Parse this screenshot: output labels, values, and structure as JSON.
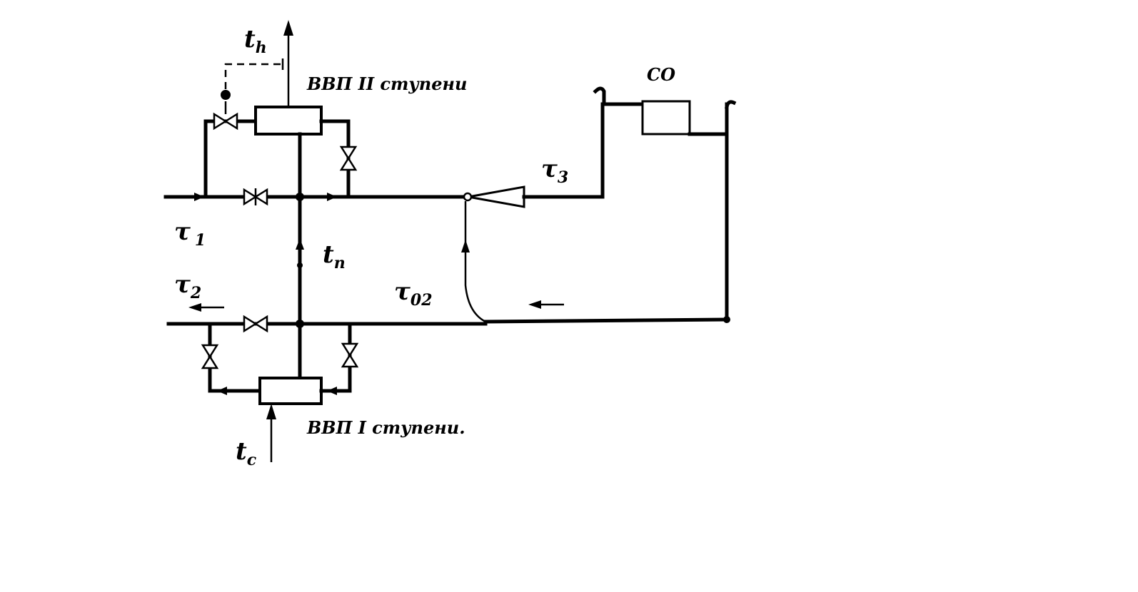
{
  "labels": {
    "t_h": {
      "main": "t",
      "sub": "h"
    },
    "t_n": {
      "main": "t",
      "sub": "n"
    },
    "t_c": {
      "main": "t",
      "sub": "c"
    },
    "tau_1": {
      "main": "τ",
      "sub": "1"
    },
    "tau_2": {
      "main": "τ",
      "sub": "2"
    },
    "tau_3": {
      "main": "τ",
      "sub": "3"
    },
    "tau_02": {
      "main": "τ",
      "sub": "02"
    },
    "stage2": "ВВП II ступени",
    "stage1": "ВВП I ступени.",
    "co": "СО"
  }
}
